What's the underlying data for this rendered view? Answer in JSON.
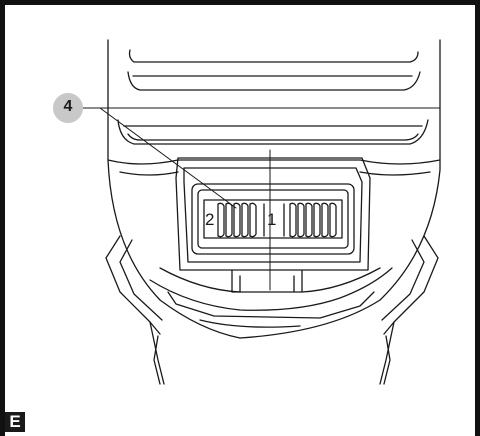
{
  "figure": {
    "callout_number": "4",
    "section_label": "E",
    "selector_left_marking": "2",
    "selector_right_marking": "1",
    "colors": {
      "line": "#1a1a1a",
      "callout_circle": "#c8c8c8",
      "label_bg": "#1a1a1a",
      "label_text": "#ffffff"
    }
  }
}
